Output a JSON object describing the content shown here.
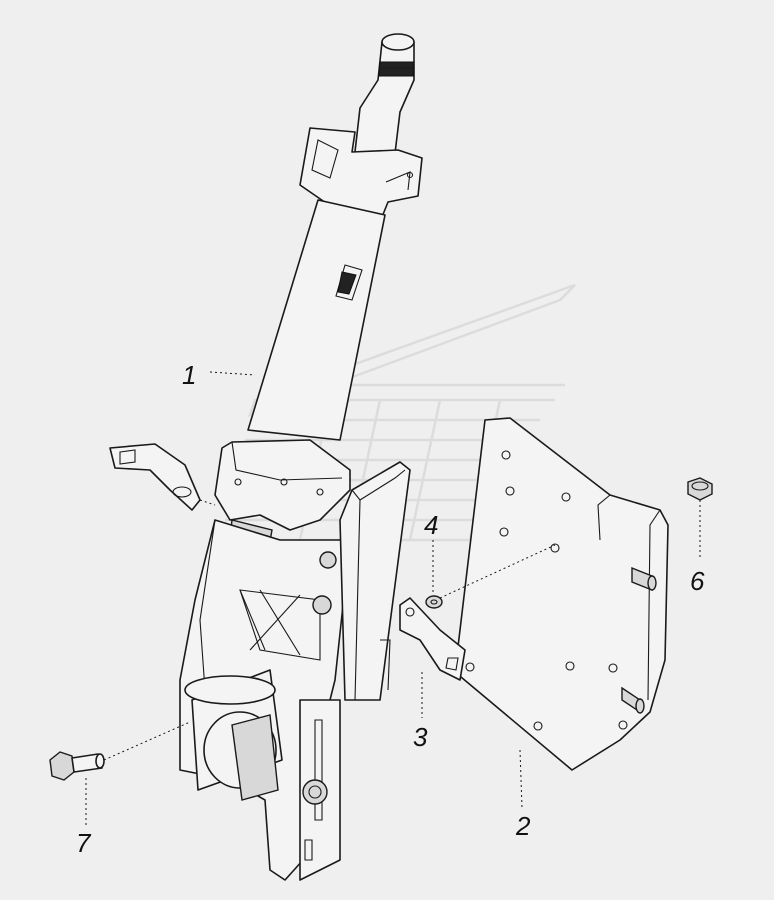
{
  "callouts": {
    "part_1": "1",
    "part_2": "2",
    "part_3": "3",
    "part_4": "4",
    "part_6": "6",
    "part_7": "7"
  },
  "colors": {
    "background": "#efefef",
    "line": "#1a1a1a",
    "watermark": "#dcdcdc"
  }
}
